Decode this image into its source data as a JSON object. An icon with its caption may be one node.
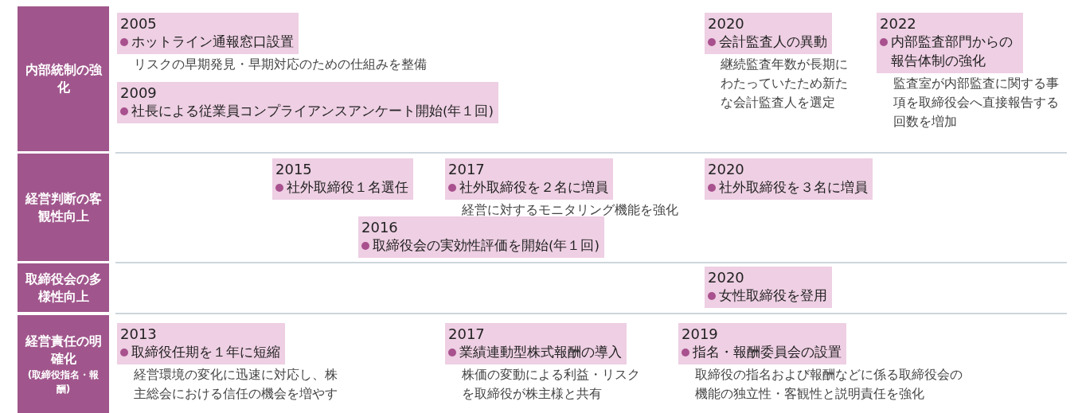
{
  "diagram": {
    "nodes": [
      {
        "text": [
          "内部統制の強化"
        ]
      },
      {
        "text": [
          "2005",
          "ホットライン通報窓口設置"
        ],
        "beside": [
          "リスクの早期発見・早期対応のための仕組みを整備"
        ]
      },
      {
        "text": [
          "2009",
          "社長による従業員コンプライアンスアンケート開始(年１回)"
        ]
      },
      {
        "text": [
          "2020",
          "会計監査人の異動"
        ],
        "beside": [
          "継続監査年数が長期にわたっていたため新たな会計監査人を選定"
        ]
      },
      {
        "text": [
          "2022",
          "内部監査部門からの報告体制の強化"
        ],
        "beside": [
          "監査室が内部監査に関する事項を取締役会へ直接報告する回数を増加"
        ]
      },
      {
        "text": [
          "経営判断の客観性向上"
        ]
      },
      {
        "text": [
          "2015",
          "社外取締役１名選任"
        ]
      },
      {
        "text": [
          "2017",
          "社外取締役を２名に増員"
        ],
        "beside": [
          "経営に対するモニタリング機能を強化"
        ]
      },
      {
        "text": [
          "2020",
          "社外取締役を３名に増員"
        ]
      },
      {
        "text": [
          "2016",
          "取締役会の実効性評価を開始(年１回)"
        ]
      },
      {
        "text": [
          "取締役会の多様性向上"
        ]
      },
      {
        "text": [
          "2020",
          "女性取締役を登用"
        ]
      },
      {
        "text": [
          "経営責任の明確化",
          "(取締役指名・報酬)"
        ]
      },
      {
        "text": [
          "2013",
          "取締役任期を１年に短縮"
        ],
        "beside": [
          "経営環境の変化に迅速に対応し、株主総会における信任の機会を増やす"
        ]
      },
      {
        "text": [
          "2017",
          "業績連動型株式報酬の導入"
        ],
        "beside": [
          "株価の変動による利益・リスクを取締役が株主様と共有"
        ]
      },
      {
        "text": [
          "2019",
          "指名・報酬委員会の設置"
        ],
        "beside": [
          "取締役の指名および報酬などに係る取締役会の機能の独立性・客観性と説明責任を強化"
        ]
      }
    ]
  }
}
